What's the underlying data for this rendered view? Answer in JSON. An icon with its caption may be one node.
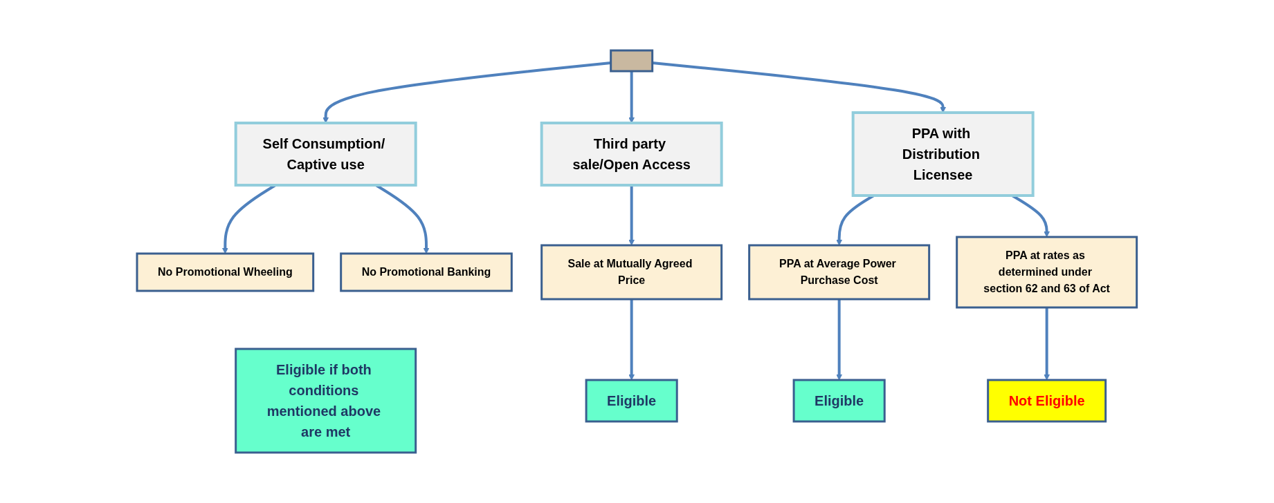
{
  "diagram": {
    "nodes": [
      {
        "text": [],
        "shape": "box"
      },
      {
        "text": [
          "Self Consumption/ Captive use"
        ]
      },
      {
        "text": [
          "Third party sale/Open Access"
        ]
      },
      {
        "text": [
          "PPA with Distribution Licensee"
        ]
      },
      {
        "text": [
          "No Promotional Wheeling"
        ]
      },
      {
        "text": [
          "No Promotional Banking"
        ]
      },
      {
        "text": [
          "Sale at Mutually Agreed Price"
        ]
      },
      {
        "text": [
          "PPA at Average Power Purchase Cost"
        ]
      },
      {
        "text": [
          "PPA at rates as determined under section 62 and 63 of Act"
        ]
      },
      {
        "text": [
          "Eligible if both conditions mentioned above are met"
        ]
      },
      {
        "text": [
          "Eligible"
        ]
      },
      {
        "text": [
          "Eligible"
        ]
      },
      {
        "text": [
          "Not Eligible"
        ]
      }
    ],
    "edges": [
      {
        "from": 0,
        "to": 1,
        "arrow": "to"
      },
      {
        "from": 0,
        "to": 2,
        "arrow": "to"
      },
      {
        "from": 0,
        "to": 3,
        "arrow": "to"
      },
      {
        "from": 1,
        "to": 4,
        "arrow": "to"
      },
      {
        "from": 1,
        "to": 5,
        "arrow": "to"
      },
      {
        "from": 2,
        "to": 6,
        "arrow": "to"
      },
      {
        "from": 3,
        "to": 7,
        "arrow": "to"
      },
      {
        "from": 3,
        "to": 8,
        "arrow": "to"
      },
      {
        "from": 6,
        "to": 10,
        "arrow": "to"
      },
      {
        "from": 7,
        "to": 11,
        "arrow": "to"
      },
      {
        "from": 8,
        "to": 12,
        "arrow": "to"
      }
    ]
  }
}
